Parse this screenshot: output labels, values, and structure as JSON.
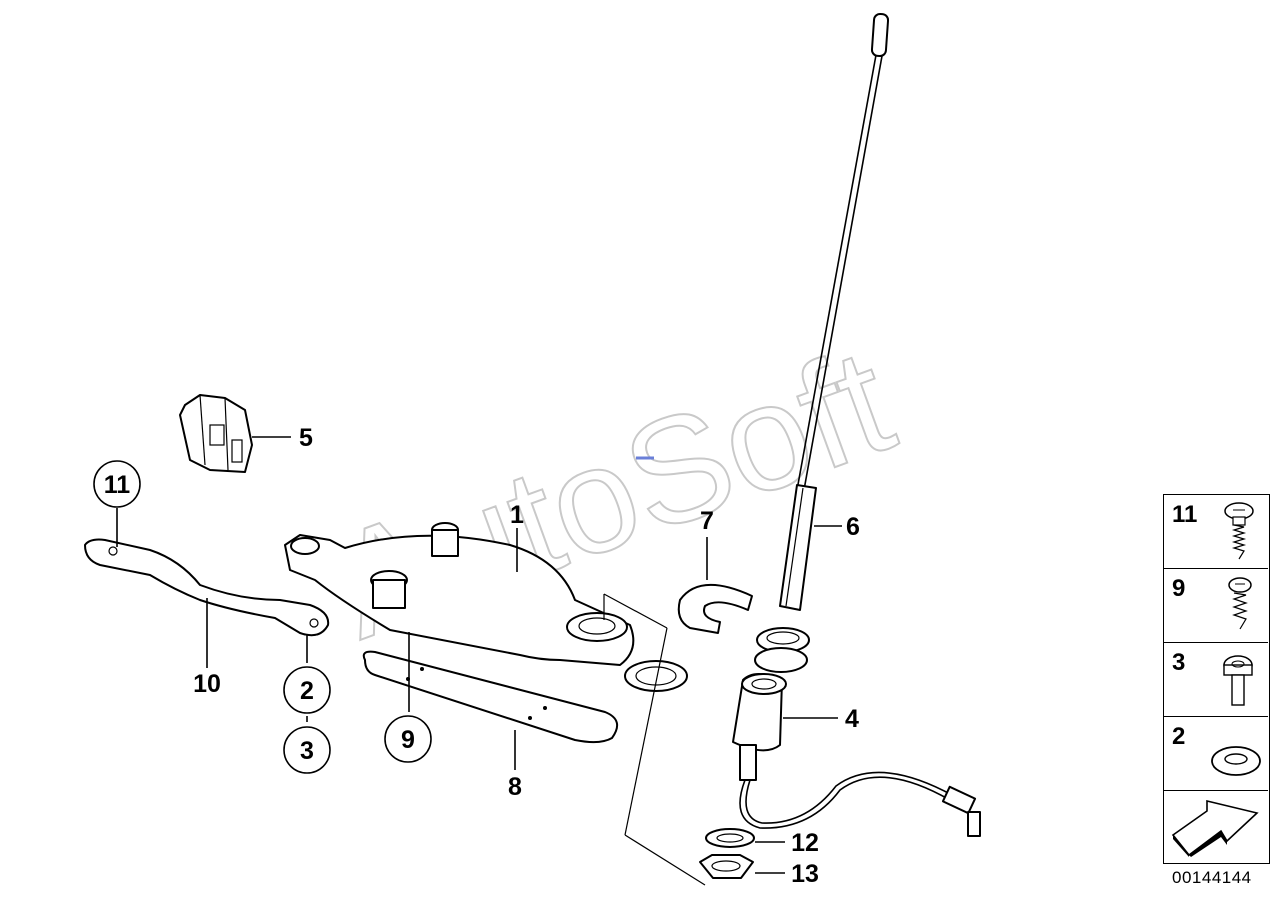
{
  "watermark": "AutoSoft",
  "callouts": {
    "c1": "1",
    "c2": "2",
    "c3": "3",
    "c4": "4",
    "c5": "5",
    "c6": "6",
    "c7": "7",
    "c8": "8",
    "c9": "9",
    "c10": "10",
    "c11": "11",
    "c12": "12",
    "c13": "13"
  },
  "legend": {
    "items": [
      {
        "label": "11",
        "icon": "screw-long-icon"
      },
      {
        "label": "9",
        "icon": "screw-tapping-icon"
      },
      {
        "label": "3",
        "icon": "bolt-icon"
      },
      {
        "label": "2",
        "icon": "washer-icon"
      },
      {
        "label": "",
        "icon": "arrow-icon"
      }
    ]
  },
  "diagram_number": "00144144"
}
